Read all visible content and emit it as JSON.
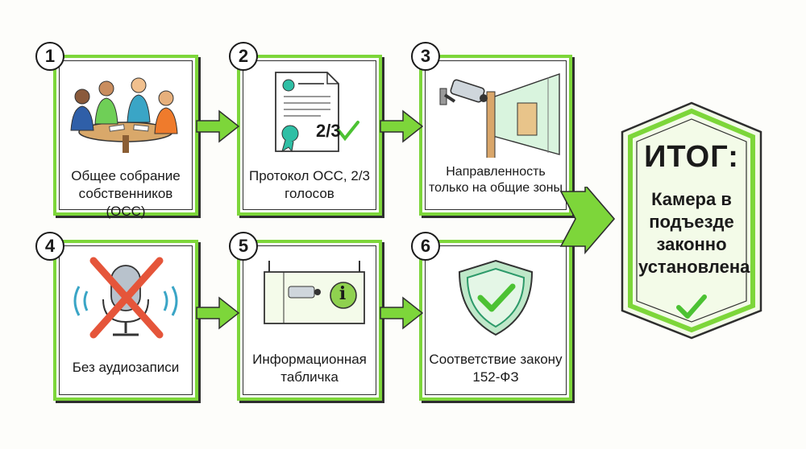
{
  "steps": [
    {
      "number": "1",
      "label": "Общее собрание собственников (ОСС)",
      "icon": "meeting-icon"
    },
    {
      "number": "2",
      "label": "Протокол ОСС, 2/3 голосов",
      "icon": "protocol-document-icon",
      "fraction": "2/3"
    },
    {
      "number": "3",
      "label": "Направленность только на общие зоны",
      "icon": "camera-view-icon"
    },
    {
      "number": "4",
      "label": "Без аудиозаписи",
      "icon": "no-microphone-icon"
    },
    {
      "number": "5",
      "label": "Информационная табличка",
      "icon": "info-sign-icon",
      "sign_symbol": "i"
    },
    {
      "number": "6",
      "label": "Соответствие закону 152-ФЗ",
      "icon": "shield-check-icon"
    }
  ],
  "result": {
    "title": "ИТОГ:",
    "text": "Камера в подъезде законно установлена",
    "icon": "checkmark-icon"
  },
  "colors": {
    "accent_green": "#7dd63a",
    "light_green": "#e8f8d2",
    "outline": "#1a1a1a",
    "cross_red": "#e5553a"
  }
}
